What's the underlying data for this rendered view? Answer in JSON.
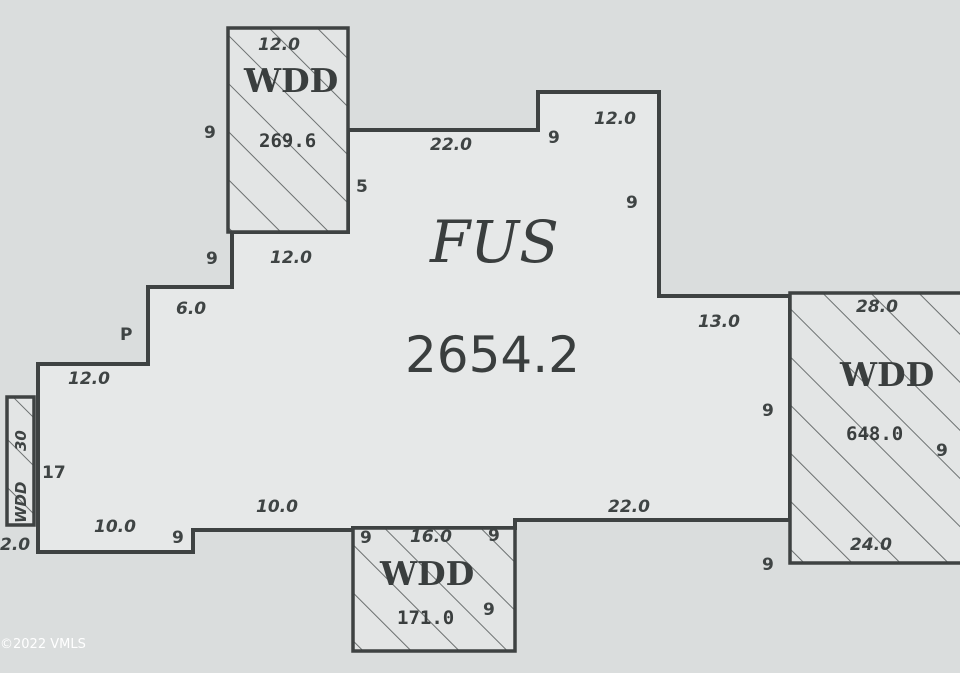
{
  "main_area": {
    "code": "FUS",
    "area": "2654.2"
  },
  "decks": [
    {
      "code": "WDD",
      "area": "269.6"
    },
    {
      "code": "WDD",
      "area": "648.0"
    },
    {
      "code": "WDD",
      "area": "171.0"
    },
    {
      "code": "WDD",
      "area": "30"
    }
  ],
  "dimensions": {
    "top_deck_top": "12.0",
    "top_deck_bottom": "12.0",
    "top_edge": "22.0",
    "notch_top": "12.0",
    "step_upper": "6.0",
    "left_top": "12.0",
    "right_upper": "13.0",
    "bottom_left": "10.0",
    "bottom_mid": "10.0",
    "bottom_deck_top": "16.0",
    "bottom_right": "22.0",
    "right_deck_top": "28.0",
    "right_deck_bottom": "24.0",
    "left_edge_small": "2.0"
  },
  "side_labels": {
    "s1": "9",
    "s2": "9",
    "s3": "5",
    "s4": "9",
    "s5": "9",
    "s6": "9",
    "s7": "P",
    "s8": "17",
    "s9": "9",
    "s10": "9",
    "s11": "9",
    "s12": "9",
    "s13": "9",
    "s14": "9"
  },
  "watermark": "©2022 VMLS"
}
